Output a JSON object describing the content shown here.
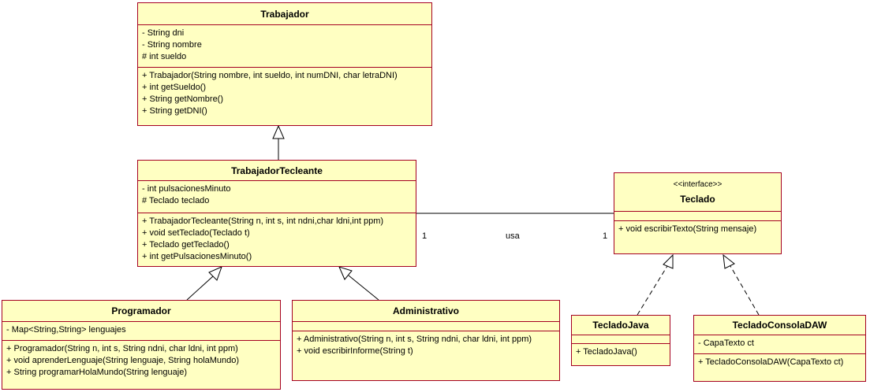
{
  "classes": {
    "trabajador": {
      "name": "Trabajador",
      "attributes": [
        "- String dni",
        "- String nombre",
        "# int sueldo"
      ],
      "methods": [
        "+ Trabajador(String nombre, int sueldo, int numDNI, char letraDNI)",
        "+ int getSueldo()",
        "+ String getNombre()",
        "+ String getDNI()"
      ]
    },
    "trabajador_tecleante": {
      "name": "TrabajadorTecleante",
      "attributes": [
        "- int pulsacionesMinuto",
        "# Teclado teclado"
      ],
      "methods": [
        "+ TrabajadorTecleante(String n, int s, int ndni,char ldni,int ppm)",
        "+ void setTeclado(Teclado t)",
        "+ Teclado getTeclado()",
        "+ int getPulsacionesMinuto()"
      ]
    },
    "teclado": {
      "stereotype": "<<interface>>",
      "name": "Teclado",
      "attributes": [],
      "methods": [
        "+ void escribirTexto(String mensaje)"
      ]
    },
    "programador": {
      "name": "Programador",
      "attributes": [
        "- Map<String,String> lenguajes"
      ],
      "methods": [
        "+ Programador(String n, int s, String ndni, char ldni, int ppm)",
        "+ void aprenderLenguaje(String lenguaje, String holaMundo)",
        "+ String programarHolaMundo(String lenguaje)"
      ]
    },
    "administrativo": {
      "name": "Administrativo",
      "attributes": [],
      "methods": [
        "+ Administrativo(String n, int s, String ndni, char ldni, int ppm)",
        "+ void escribirInforme(String t)"
      ]
    },
    "teclado_java": {
      "name": "TecladoJava",
      "attributes": [],
      "methods": [
        "+ TecladoJava()"
      ]
    },
    "teclado_consola_daw": {
      "name": "TecladoConsolaDAW",
      "attributes": [
        "- CapaTexto ct"
      ],
      "methods": [
        "+ TecladoConsolaDAW(CapaTexto ct)"
      ]
    }
  },
  "association": {
    "label": "usa",
    "multiplicity_source": "1",
    "multiplicity_target": "1"
  },
  "colors": {
    "class_fill": "#ffffc2",
    "class_border": "#a50021",
    "line": "#000000"
  }
}
